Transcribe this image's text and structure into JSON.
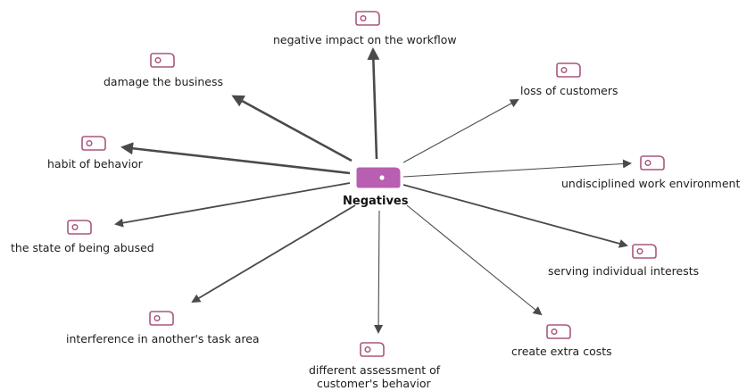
{
  "center": {
    "label": "Negatives",
    "color": "#b85fb2"
  },
  "node_outline_color": "#a8577d",
  "arrow_color": "#4a4a4a",
  "nodes": [
    {
      "id": "workflow",
      "label": "negative impact on the workflow",
      "weight": "heavy"
    },
    {
      "id": "damage",
      "label": "damage the business",
      "weight": "heavy"
    },
    {
      "id": "customers",
      "label": "loss of customers",
      "weight": "thin"
    },
    {
      "id": "habit",
      "label": "habit of behavior",
      "weight": "heavy"
    },
    {
      "id": "undisc",
      "label": "undisciplined work environment",
      "weight": "thin"
    },
    {
      "id": "abused",
      "label": "the state of being abused",
      "weight": "medium"
    },
    {
      "id": "serving",
      "label": "serving individual interests",
      "weight": "medium"
    },
    {
      "id": "interf",
      "label": "interference in another's task area",
      "weight": "medium"
    },
    {
      "id": "costs",
      "label": "create extra costs",
      "weight": "thin"
    },
    {
      "id": "assess",
      "label_lines": [
        "different assessment of",
        "customer's behavior"
      ],
      "weight": "thin"
    }
  ]
}
